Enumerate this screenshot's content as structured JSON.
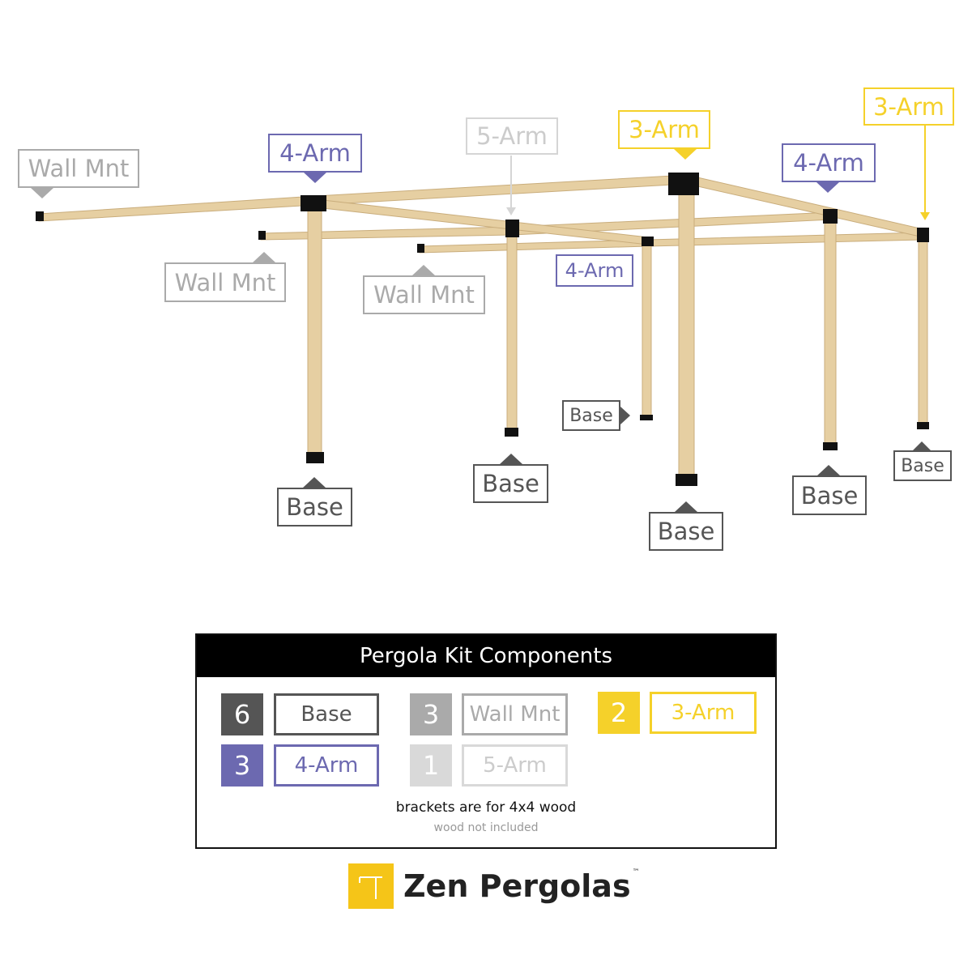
{
  "colors": {
    "wood": "#e6cfa2",
    "wood_edge": "#c9ad7c",
    "bracket": "#111111",
    "base": "#555555",
    "wall_mnt": "#aaaaaa",
    "five_arm": "#d5d5d5",
    "four_arm": "#6c69b0",
    "three_arm": "#f5d12a"
  },
  "callouts": {
    "wall_mnt_1": "Wall Mnt",
    "wall_mnt_2": "Wall Mnt",
    "wall_mnt_3": "Wall Mnt",
    "four_arm_1": "4-Arm",
    "four_arm_2": "4-Arm",
    "four_arm_3": "4-Arm",
    "five_arm_1": "5-Arm",
    "three_arm_1": "3-Arm",
    "three_arm_2": "3-Arm",
    "base_1": "Base",
    "base_2": "Base",
    "base_3": "Base",
    "base_4": "Base",
    "base_5": "Base",
    "base_6": "Base"
  },
  "legend": {
    "title": "Pergola Kit Components",
    "items": [
      {
        "count": "6",
        "name": "Base",
        "color": "#555555"
      },
      {
        "count": "3",
        "name": "4-Arm",
        "color": "#6c69b0"
      },
      {
        "count": "3",
        "name": "Wall Mnt",
        "color": "#aaaaaa"
      },
      {
        "count": "1",
        "name": "5-Arm",
        "color": "#d9d9d9"
      },
      {
        "count": "2",
        "name": "3-Arm",
        "color": "#f5d12a"
      }
    ],
    "note": "brackets are for 4x4 wood",
    "subnote": "wood not included"
  },
  "brand": {
    "name": "Zen Pergolas",
    "tm": "™"
  }
}
